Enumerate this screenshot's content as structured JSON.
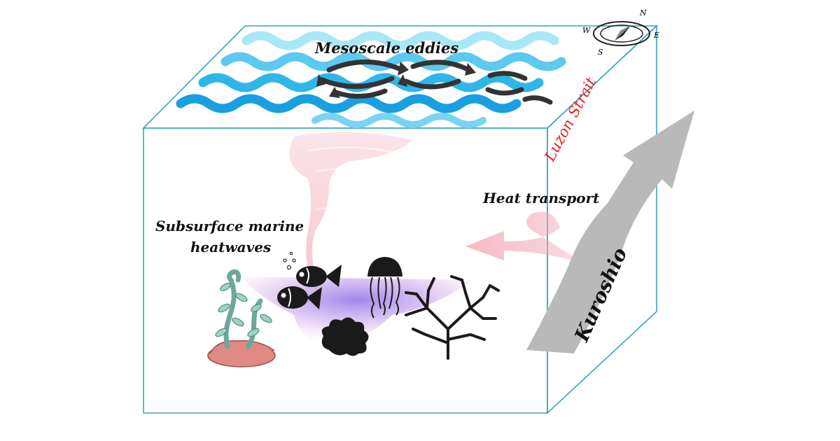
{
  "labels": {
    "eddies": "Mesoscale eddies",
    "strait": "Luzon Strait",
    "heat": "Heat transport",
    "mhw_line1": "Subsurface marine",
    "mhw_line2": "heatwaves",
    "current": "Kuroshio"
  },
  "compass": {
    "north": "N",
    "east": "E",
    "south": "S",
    "west": "W"
  },
  "colors": {
    "box_edge": "#3aa6b4",
    "wave_light": "#8fe0f2",
    "wave_mid": "#2fb6e8",
    "wave_dark": "#0f8fd8",
    "eddy_arrow": "#333333",
    "strait_text": "#e01f26",
    "kuroshio_arrow": "#b9b9b9",
    "heat_arrow": "#f7b9c1",
    "heatwave_glow": "#b39be9"
  },
  "icons": [
    "compass-icon",
    "fish-icon",
    "jellyfish-icon",
    "seaweed-icon",
    "coral-icon",
    "branch-coral-icon",
    "vortex-icon",
    "bubble-icon"
  ]
}
